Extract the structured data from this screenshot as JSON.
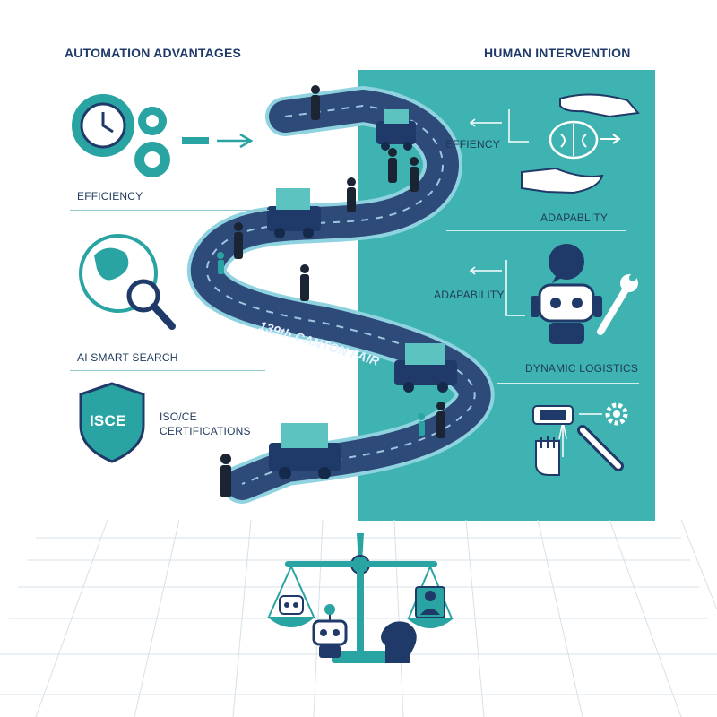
{
  "left_header": "AUTOMATION ADVANTAGES",
  "right_header": "HUMAN INTERVENTION",
  "left_items": {
    "efficiency": "EFFICIENCY",
    "ai_search": "AI SMART SEARCH",
    "cert_line1": "ISO/CE",
    "cert_line2": "CERTIFICATIONS",
    "shield_text": "ISCE"
  },
  "right_items": {
    "effiency": "EFFIENCY",
    "adapability_1": "ADAPABLITY",
    "adapability_2": "ADAPABILITY",
    "dynamic_logistics": "DYNAMIC LOGISTICS"
  },
  "road_label": "139th CANTON FAIR",
  "colors": {
    "teal_panel": "#3fb3b1",
    "teal_icon": "#2aa3a3",
    "navy": "#1f3a68",
    "road": "#2e4a78",
    "road_edge": "#8fd3e0"
  },
  "icons": [
    "clock-gear-icon",
    "arrow-right-icon",
    "globe-icon",
    "magnifier-icon",
    "shield-icon",
    "hand-icon",
    "brain-icon",
    "question-bubble-icon",
    "robot-icon",
    "wrench-icon",
    "machine-icon",
    "gear-icon",
    "glove-icon",
    "tool-icon",
    "balance-scale-icon",
    "person-icon",
    "head-icon"
  ]
}
